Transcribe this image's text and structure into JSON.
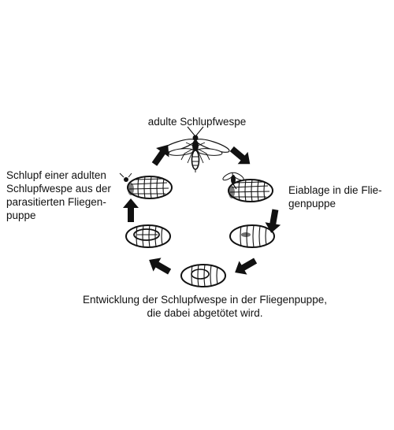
{
  "labels": {
    "top": [
      "adulte Schlupfwespe"
    ],
    "left": [
      "Schlupf einer adulten",
      "Schlupfwespe aus der",
      "parasitierten Fliegen-",
      "puppe"
    ],
    "right": [
      "Eiablage in die Flie-",
      "genpuppe"
    ],
    "bottom": [
      "Entwicklung der Schlupfwespe in der Fliegenpuppe,",
      "die dabei  abgetötet wird."
    ]
  },
  "icons": [
    "wasp-icon",
    "pupa-icon",
    "cycle-arrow-icon"
  ],
  "colors": {
    "ink": "#111111",
    "background": "#ffffff"
  }
}
